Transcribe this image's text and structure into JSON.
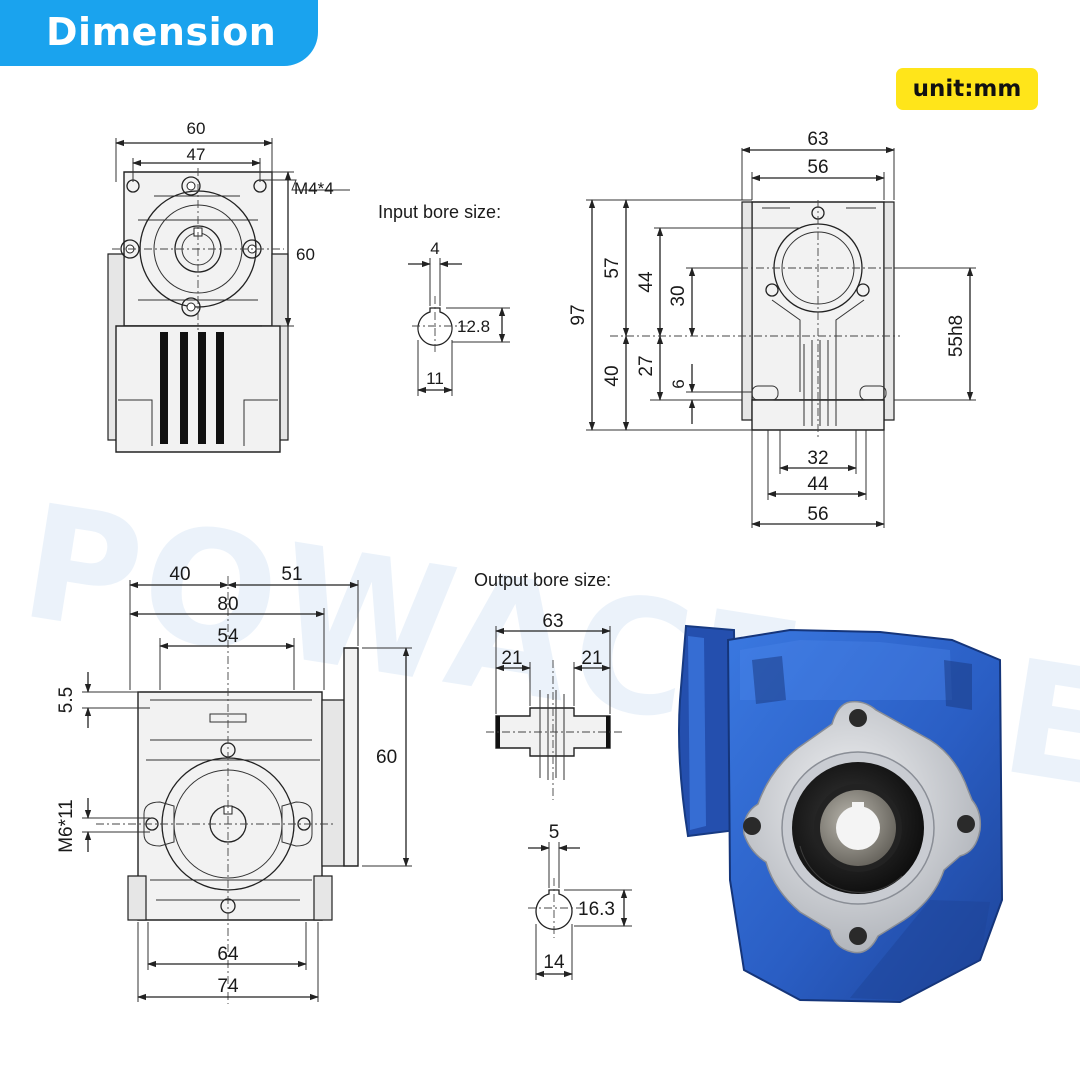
{
  "header": {
    "title": "Dimension"
  },
  "unit_badge": "unit:mm",
  "watermark": "POWACE-DE",
  "captions": {
    "input_bore": "Input bore size:",
    "output_bore": "Output bore size:"
  },
  "front_view": {
    "dim_60_top": "60",
    "dim_47": "47",
    "dim_60_side": "60",
    "bolt_note": "M4*4"
  },
  "input_bore": {
    "key_width": "4",
    "height": "12.8",
    "diameter": "11"
  },
  "side_view": {
    "dim_63": "63",
    "dim_56_top": "56",
    "dim_97": "97",
    "dim_57": "57",
    "dim_44_v": "44",
    "dim_30": "30",
    "dim_40": "40",
    "dim_27": "27",
    "dim_6": "6",
    "dim_55h8": "55h8",
    "dim_32": "32",
    "dim_44_h": "44",
    "dim_56_bottom": "56"
  },
  "bottom_view": {
    "dim_40": "40",
    "dim_51": "51",
    "dim_80": "80",
    "dim_54": "54",
    "dim_5_5": "5.5",
    "dim_60": "60",
    "dim_m6": "M6*11",
    "dim_64": "64",
    "dim_74": "74"
  },
  "output_shaft": {
    "length": "63",
    "left": "21",
    "right": "21"
  },
  "output_bore": {
    "key_width": "5",
    "height": "16.3",
    "diameter": "14"
  },
  "colors": {
    "banner": "#1aa3ee",
    "badge": "#ffe51a",
    "housing": "#2f63c9",
    "flange": "#c9ccd1"
  }
}
